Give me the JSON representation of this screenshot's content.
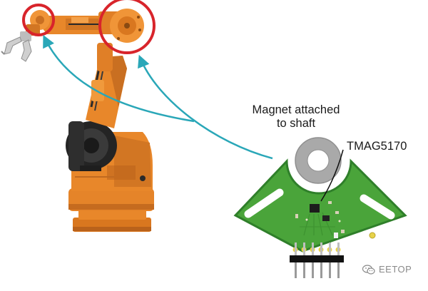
{
  "labels": {
    "magnet_line1": "Magnet attached",
    "magnet_line2": "to shaft",
    "sensor_chip": "TMAG5170"
  },
  "watermark": {
    "text": "EETOP"
  },
  "colors": {
    "robot_orange": "#e8872a",
    "robot_shadow": "#b9621b",
    "robot_dark": "#2a2a2a",
    "highlight_circle": "#d8242b",
    "callout_arrow": "#2aa7b8",
    "pcb_green": "#4aa43a",
    "pcb_edge": "#2f7f2a",
    "magnet_ring": "#a9a9a9",
    "text": "#1a1a1a"
  },
  "icons": [
    "wechat-icon"
  ]
}
